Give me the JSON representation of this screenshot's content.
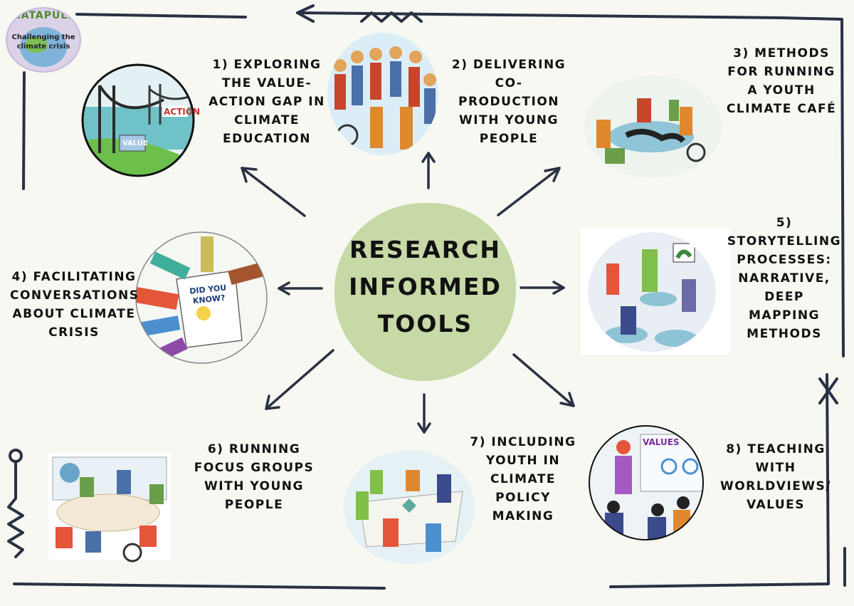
{
  "logo": {
    "top_text": "CATAPULT",
    "line1": "Challenging the",
    "line2": "climate crisis"
  },
  "center": {
    "line1": "RESEARCH",
    "line2": "INFORMED",
    "line3": "TOOLS",
    "color": "#c6d9a6"
  },
  "tools": [
    {
      "id": "1",
      "text": "1) EXPLORING THE VALUE-ACTION GAP IN CLIMATE EDUCATION",
      "lines": [
        "1) EXPLORING",
        "THE VALUE-",
        "ACTION GAP IN",
        "CLIMATE",
        "EDUCATION"
      ]
    },
    {
      "id": "2",
      "text": "2) DELIVERING CO-PRODUCTION WITH YOUNG PEOPLE",
      "lines": [
        "2) DELIVERING",
        "CO-PRODUCTION",
        "WITH YOUNG",
        "PEOPLE"
      ]
    },
    {
      "id": "3",
      "text": "3) METHODS FOR RUNNING A YOUTH CLIMATE CAFÉ",
      "lines": [
        "3) METHODS",
        "FOR RUNNING",
        "A YOUTH",
        "CLIMATE CAFÉ"
      ]
    },
    {
      "id": "4",
      "text": "4) FACILITATING CONVERSATIONS ABOUT CLIMATE CRISIS",
      "lines": [
        "4) FACILITATING",
        "CONVERSATIONS",
        "ABOUT CLIMATE",
        "CRISIS"
      ]
    },
    {
      "id": "5",
      "text": "5) STORYTELLING PROCESSES: NARRATIVE, DEEP MAPPING METHODS",
      "lines": [
        "5) STORYTELLING",
        "PROCESSES:",
        "NARRATIVE, DEEP",
        "MAPPING",
        "METHODS"
      ]
    },
    {
      "id": "6",
      "text": "6) RUNNING FOCUS GROUPS WITH YOUNG PEOPLE",
      "lines": [
        "6)  RUNNING",
        "FOCUS GROUPS",
        "WITH YOUNG",
        "PEOPLE"
      ]
    },
    {
      "id": "7",
      "text": "7) INCLUDING YOUTH IN CLIMATE POLICY MAKING",
      "lines": [
        "7) INCLUDING",
        "YOUTH IN",
        "CLIMATE",
        "POLICY",
        "MAKING"
      ]
    },
    {
      "id": "8",
      "text": "8) TEACHING WITH WORLDVIEWS/ VALUES",
      "lines": [
        "8) TEACHING",
        "WITH",
        "WORLDVIEWS/",
        "VALUES"
      ]
    }
  ],
  "illustration_text": {
    "action": "ACTION",
    "value": "VALUE",
    "did_you_know": "DID YOU KNOW?",
    "values": "VALUES"
  },
  "colors": {
    "background": "#f6f8f1",
    "ink": "#2a3144",
    "accent_green": "#c6d9a6",
    "logo_purple": "#dcd2e8"
  }
}
